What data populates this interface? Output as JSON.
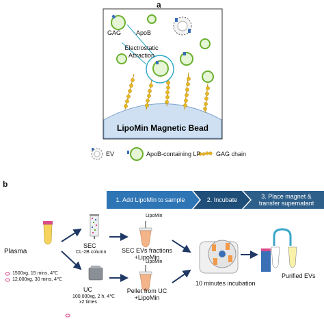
{
  "panel_a": {
    "letter": "a",
    "labels": {
      "gag": "GAG",
      "apob": "ApoB",
      "attraction": "Electrostatic\nAttraction",
      "bead": "LipoMin Magnetic Bead"
    },
    "legend": {
      "ev": "EV",
      "lp": "ApoB-containing LP",
      "gag_chain": "GAG chain"
    }
  },
  "panel_b": {
    "letter": "b",
    "steps": [
      "1. Add LipoMin to sample",
      "2. Incubate",
      "3. Place magnet &\ntransfer supernatant"
    ],
    "plasma": {
      "label": "Plasma",
      "conditions": [
        "1500xg, 15 mins, 4℃",
        "12,000xg, 30 mins, 4℃"
      ]
    },
    "sec": {
      "label": "SEC",
      "sub": "CL-2B column",
      "result": "SEC EVs fractions\n+LipoMin"
    },
    "uc": {
      "label": "UC",
      "conditions": [
        "100,000xg, 2 h, 4℃",
        "x2 times"
      ],
      "result": "Pellet from UC\n+LipoMin"
    },
    "lipomin_tag": "LipoMin",
    "incubation": "10 minutes incubation",
    "output": "Purified EVs"
  },
  "colors": {
    "step1": "#2e75b6",
    "step2": "#1f4e79",
    "step3": "#2e5f8a",
    "bead": "#cfe0f2",
    "gag": "#e8b923",
    "lp": "#7ec640",
    "arrow": "#1f3864"
  }
}
